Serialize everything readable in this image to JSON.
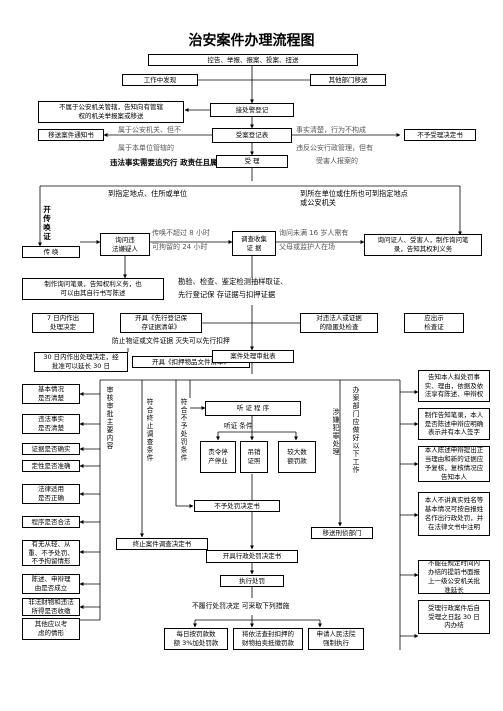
{
  "title": "治安案件办理流程图",
  "sources": {
    "top": "控告、举报、报案、投案、扭送",
    "left": "工作中发现",
    "right": "其他部门移送"
  },
  "intake": {
    "accept": "接处警登记",
    "not_jurisdiction": "不属于公安机关管辖，告知向有管辖\n权的机关举报案或移送",
    "register": "受案登记表",
    "transfer_notice": "移送案件通知书",
    "note_left_1": "属于公安机关、但不",
    "note_left_2": "属于本单位管辖的",
    "note_right_1": "事实清楚，行为不构成",
    "note_right_2": "违反公安行政管理，但有",
    "note_right_3": "受害人报案的",
    "no_accept": "不予受理决定书",
    "summary": "违法事实需要追究行   政责任且属于自己管辖的"
  },
  "accept": {
    "label": "受    理",
    "left_branch": "到指定地点、住所或单位",
    "right_branch": "到所在单位或住所也可到指定地点\n或公安机关"
  },
  "summons": {
    "side": "开\n传\n唤\n证",
    "summon": "传  唤",
    "record": "询问违\n法嫌疑人",
    "time_1": "传唤不超过 8 小时",
    "time_2": "可拘留的 24 小时",
    "cert": "调查收集\n证    据",
    "minor_1": "询问未满 16 岁人需有",
    "minor_2": "父母或监护人在场",
    "witness": "询问证人、受害人，制作询问笔\n录，告知其权利义务"
  },
  "evidence": {
    "rights": "制作询问笔录，告知权利义务，也\n可以由其自行书写陈述",
    "methods_1": "勘验、检查、鉴定检测抽样取证、",
    "methods_2": "先行登记保    存证据与扣押证据",
    "deadline_7": "7 日内作出\n处理决定",
    "seize": "开具《先行登记保\n存证据清单》",
    "illegal": "对违法人或证据\n的隐匿处检查",
    "apply": "应出示\n检查证",
    "prevent": "防止物证或文件证据    灭失可以先行扣押",
    "deadline_30": "30 日内作出处理决定，经\n批准可以延长 30 日",
    "list": "开具《扣押物品文件清单》"
  },
  "review": {
    "report": "案件处理审批表",
    "check_col": "审\n核\n审\n批\n主\n要\n内\n容",
    "left_items": [
      "基本情况\n是否清楚",
      "违法事实\n是否清楚",
      "证据是否确实",
      "定性是否准确",
      "法律适用\n是否正确",
      "程序是否合法",
      "有无从轻、从\n重、不予处罚、\n不予拘留情形",
      "陈述、申辩理\n由是否成立",
      "非法财物和违法\n所得是否收缴",
      "其他应以考\n虑的情形"
    ],
    "end_col": "符\n合\n终\n止\n调\n查\n条\n件",
    "no_penalty_col": "符\n合\n不\n予\n处\n罚\n条\n件",
    "hearing": "听  证  程  序",
    "hearing_note": "听证     条件",
    "hearing_items": [
      "责令停\n产停业",
      "吊销\n证照",
      "较大数\n额罚款"
    ],
    "no_penalty_doc": "不予处罚决定书",
    "crime_col": "涉\n嫌\n犯\n罪\n处\n理",
    "dept_col": "办\n案\n部\n门\n应\n做\n好\n以\n下\n工\n作",
    "right_items": [
      "告知本人拟处罚事\n实、理由，依据及依\n法享有陈述、申辩权",
      "制作告知笔录，本人\n是否陈述申辩应明确\n表示并有本人签字",
      "本人陈述申辩提出正\n当理由和新的证据应\n予复核，复核情况应\n告知本人",
      "本人不讲真实姓名等\n基本情况可按自报姓\n名作出行政处罚，并\n在法律文书中注明",
      "不能在规定时间内\n办结的提前书面报\n上一级公安机关批\n准延长",
      "受理行政案件后自\n受理之日起 30 日\n内办结"
    ],
    "end_doc": "终止案件调查决定书",
    "transfer_crime": "移送刑侦部门"
  },
  "decision": {
    "doc": "开具行政处罚决定书",
    "execute": "执行处罚",
    "refuse": "不履行处罚决定    可采取下列措施",
    "measures": [
      "每日按罚款数\n额 3%加处罚款",
      "将依法查封扣押的\n财物拍卖抵缴罚款",
      "申请人民法院\n强制执行"
    ]
  }
}
